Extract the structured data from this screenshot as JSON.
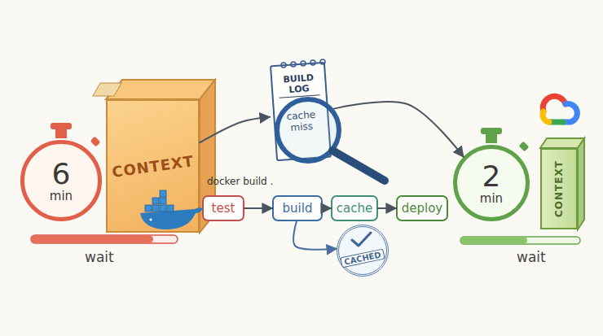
{
  "diagram": {
    "nodes": [
      {
        "text": [
          "6",
          "min"
        ]
      },
      {
        "text": [
          "CONTEXT"
        ]
      },
      {
        "text": [
          "BUILD LOG",
          "cache miss"
        ]
      },
      {
        "text": [
          "test"
        ]
      },
      {
        "text": [
          "build"
        ]
      },
      {
        "text": [
          "cache"
        ]
      },
      {
        "text": [
          "deploy"
        ]
      },
      {
        "text": [
          "CACHED"
        ]
      },
      {
        "text": [
          "2",
          "min"
        ]
      },
      {
        "text": [
          "CONTEXT"
        ]
      }
    ],
    "edges": [
      {
        "from": 1,
        "to": 2,
        "arrow": "to"
      },
      {
        "from": 2,
        "to": 8,
        "arrow": "to"
      },
      {
        "from": 3,
        "to": 4,
        "arrow": "to"
      },
      {
        "from": 4,
        "to": 5,
        "arrow": "to"
      },
      {
        "from": 5,
        "to": 6,
        "arrow": "to"
      },
      {
        "from": 4,
        "to": 7,
        "arrow": "to"
      }
    ],
    "labels": [
      "docker build .",
      "wait",
      "wait"
    ]
  }
}
